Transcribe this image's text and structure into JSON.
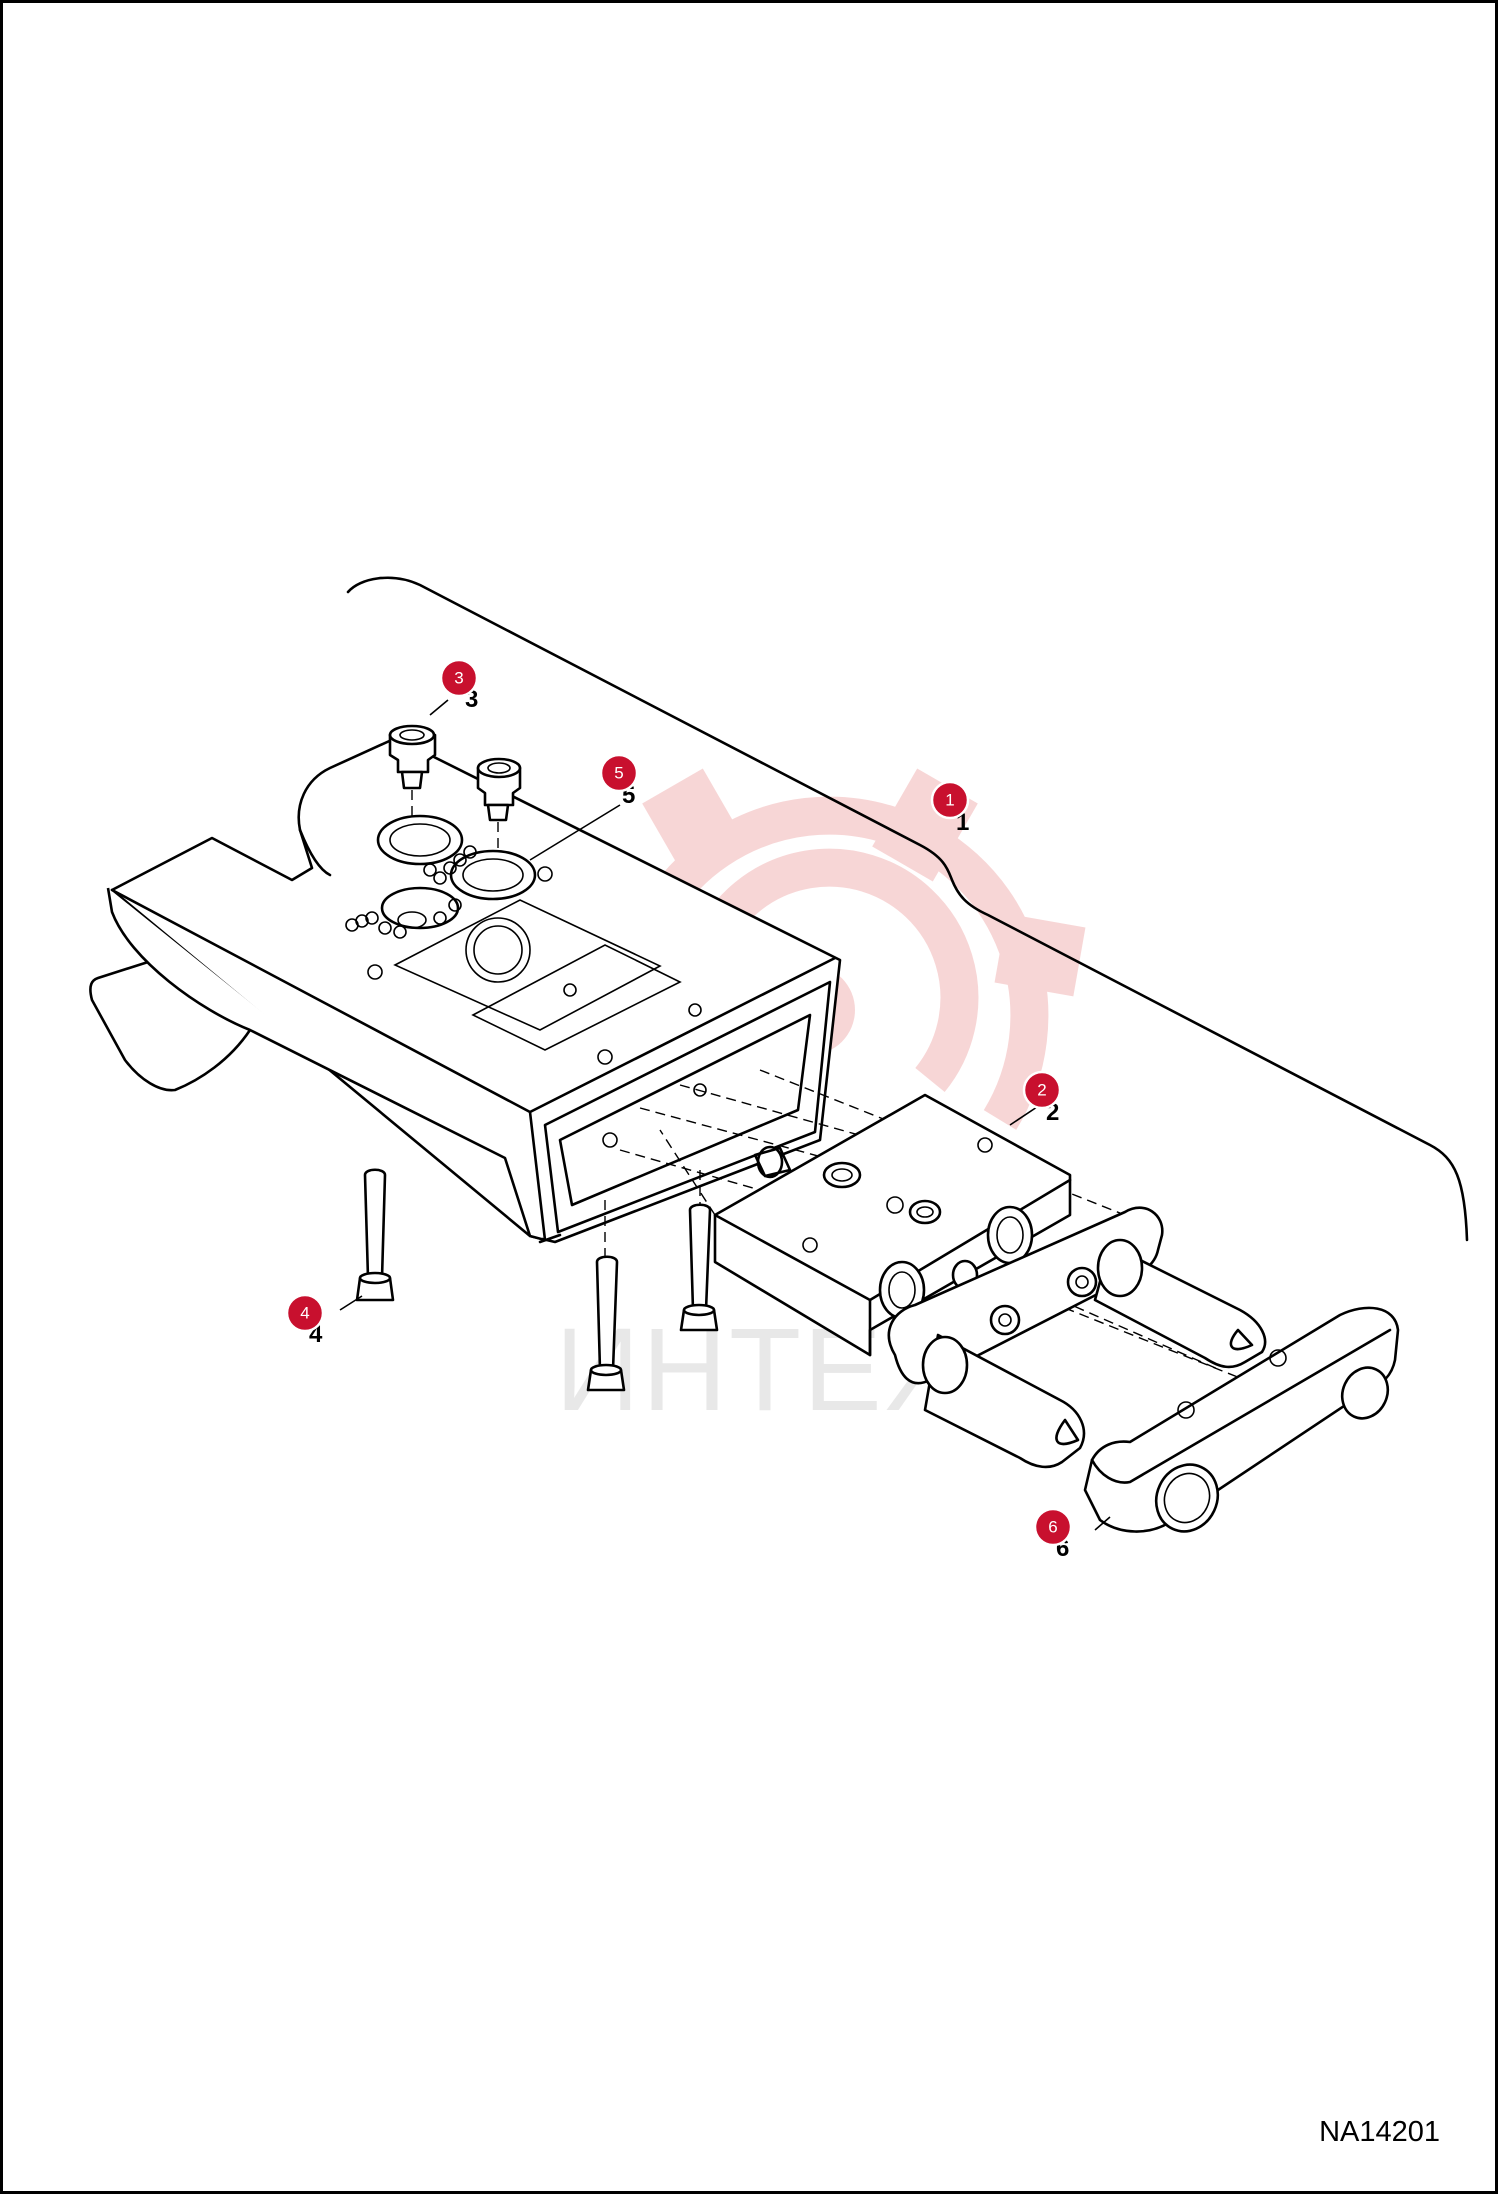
{
  "figure": {
    "id": "NA14201",
    "watermark": "ИНТЕХ"
  },
  "callouts": [
    {
      "label": "1"
    },
    {
      "label": "2"
    },
    {
      "label": "3"
    },
    {
      "label": "4"
    },
    {
      "label": "5"
    },
    {
      "label": "6"
    }
  ],
  "colors": {
    "callout": "#c8102e",
    "watermark": "#f2c9c9",
    "line": "#000000"
  }
}
